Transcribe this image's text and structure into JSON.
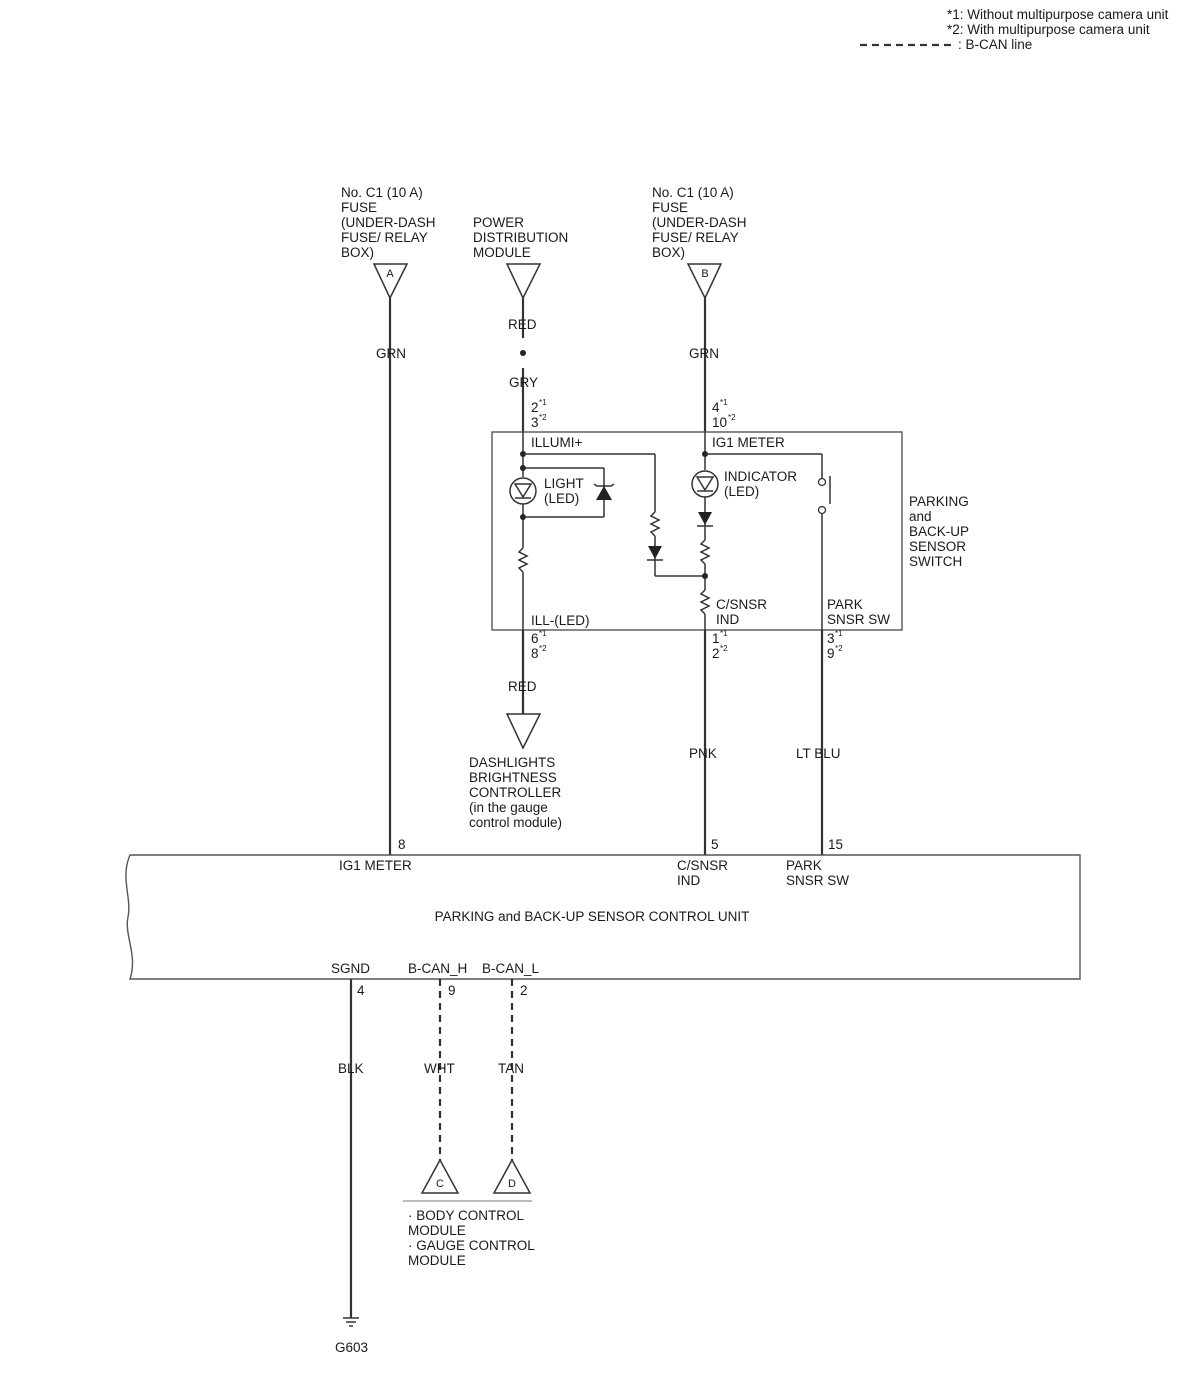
{
  "legend": {
    "note1": "*1: Without multipurpose camera unit",
    "note2": "*2: With multipurpose camera unit",
    "bcan": ": B-CAN line"
  },
  "sources": {
    "fuse_a": {
      "lines": [
        "No. C1 (10 A)",
        "FUSE",
        "(UNDER-DASH",
        "FUSE/ RELAY",
        "BOX)"
      ],
      "connector": "A"
    },
    "power": {
      "lines": [
        "POWER",
        "DISTRIBUTION",
        "MODULE"
      ]
    },
    "fuse_b": {
      "lines": [
        "No. C1 (10 A)",
        "FUSE",
        "(UNDER-DASH",
        "FUSE/ RELAY",
        "BOX)"
      ],
      "connector": "B"
    }
  },
  "wires": {
    "grn_a": "GRN",
    "red_top": "RED",
    "gry": "GRY",
    "grn_b": "GRN",
    "red_bottom": "RED",
    "pnk": "PNK",
    "lt_blu": "LT BLU",
    "blk": "BLK",
    "wht": "WHT",
    "tan": "TAN"
  },
  "switch": {
    "name_lines": [
      "PARKING",
      "and",
      "BACK-UP",
      "SENSOR",
      "SWITCH"
    ],
    "illumi_plus": "ILLUMI+",
    "ig1_meter": "IG1 METER",
    "light_lines": [
      "LIGHT",
      "(LED)"
    ],
    "indicator_lines": [
      "INDICATOR",
      "(LED)"
    ],
    "ill_led": "ILL-(LED)",
    "csnsr_lines": [
      "C/SNSR",
      "IND"
    ],
    "park_lines": [
      "PARK",
      "SNSR SW"
    ],
    "pins": {
      "illumi_a": "2",
      "illumi_b": "3",
      "ig1_a": "4",
      "ig1_b": "10",
      "ill_a": "6",
      "ill_b": "8",
      "csnsr_a": "1",
      "csnsr_b": "2",
      "park_a": "3",
      "park_b": "9"
    },
    "mark1": "*1",
    "mark2": "*2"
  },
  "dashlights": {
    "lines": [
      "DASHLIGHTS",
      "BRIGHTNESS",
      "CONTROLLER",
      "(in the gauge",
      "control module)"
    ]
  },
  "control_unit": {
    "name": "PARKING and BACK-UP SENSOR CONTROL UNIT",
    "ig1_meter": "IG1 METER",
    "ig1_pin": "8",
    "csnsr_lines": [
      "C/SNSR",
      "IND"
    ],
    "csnsr_pin": "5",
    "park_lines": [
      "PARK",
      "SNSR SW"
    ],
    "park_pin": "15",
    "sgnd": "SGND",
    "sgnd_pin": "4",
    "bcan_h": "B-CAN_H",
    "bcan_h_pin": "9",
    "bcan_l": "B-CAN_L",
    "bcan_l_pin": "2"
  },
  "bottom": {
    "conn_c": "C",
    "conn_d": "D",
    "modules_lines": [
      "· BODY CONTROL",
      "MODULE",
      "· GAUGE CONTROL",
      "MODULE"
    ],
    "ground": "G603"
  }
}
